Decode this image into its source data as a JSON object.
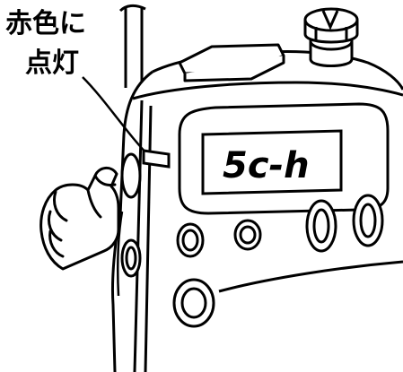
{
  "callout": {
    "line1": "赤色に",
    "line2": "点灯"
  },
  "display": {
    "channel_readout": "5c-h"
  },
  "colors": {
    "ink": "#000000",
    "paper": "#ffffff"
  },
  "icons": {
    "hand": "hand-pointer-icon",
    "led": "led-indicator-icon"
  }
}
